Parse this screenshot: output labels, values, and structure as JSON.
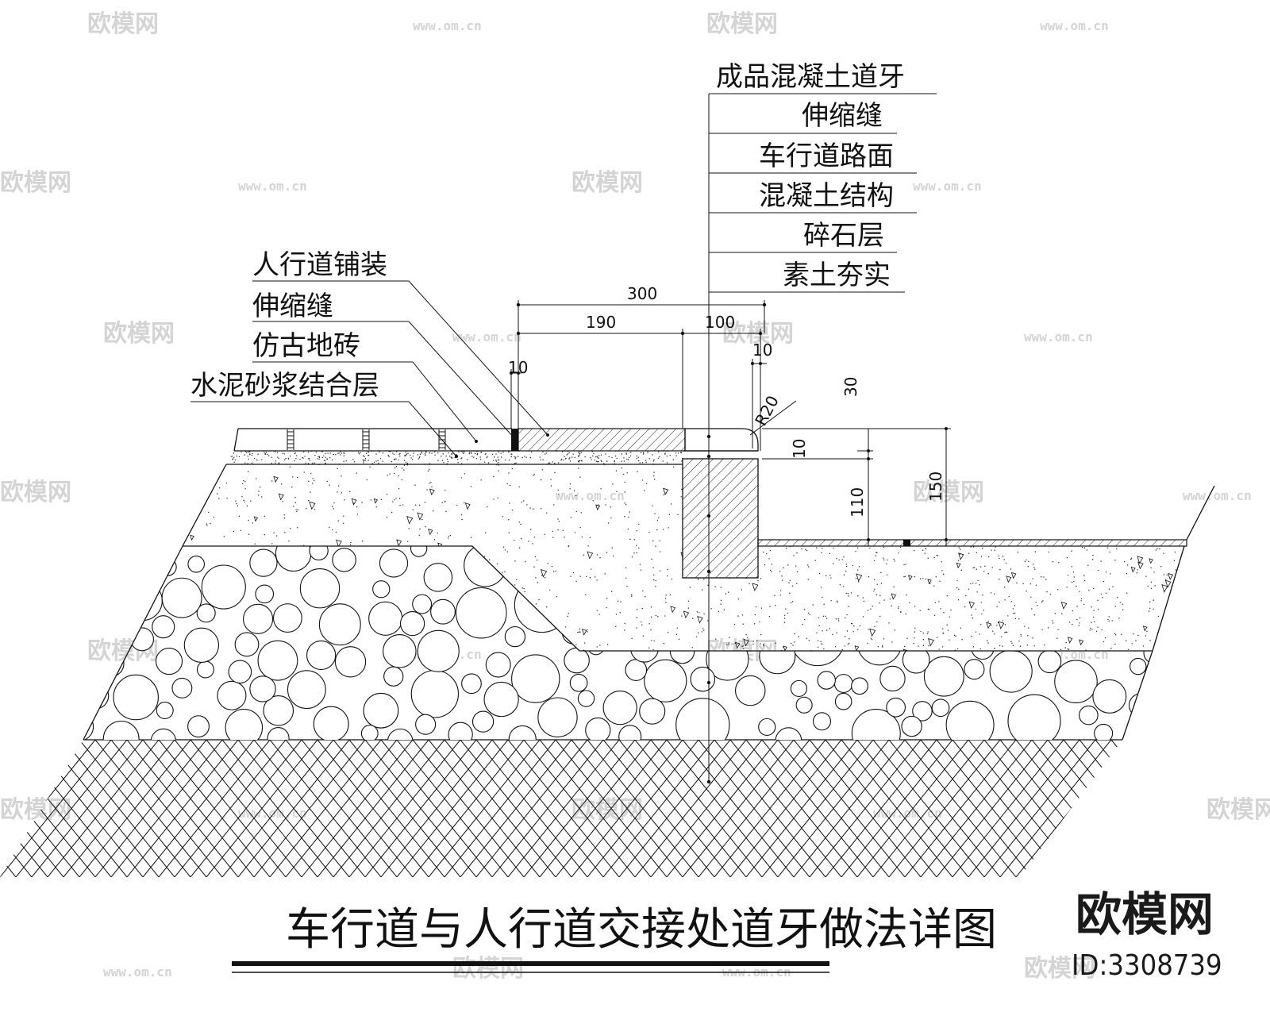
{
  "title": "车行道与人行道交接处道牙做法详图",
  "right_labels": [
    "成品混凝土道牙",
    "伸缩缝",
    "车行道路面",
    "混凝土结构",
    "碎石层",
    "素土夯实"
  ],
  "left_labels": [
    "人行道铺装",
    "伸缩缝",
    "仿古地砖",
    "水泥砂浆结合层"
  ],
  "dimensions": {
    "total_width": "300",
    "width_190": "190",
    "width_100": "100",
    "gap_10_left": "10",
    "gap_10_right": "10",
    "height_30": "30",
    "radius": "R20",
    "height_10": "10",
    "height_110": "110",
    "height_150": "150"
  },
  "watermark": {
    "brand": "欧模网",
    "url": "www.om.cn"
  },
  "brand_logo": {
    "name": "欧模网",
    "id": "ID:3308739"
  }
}
